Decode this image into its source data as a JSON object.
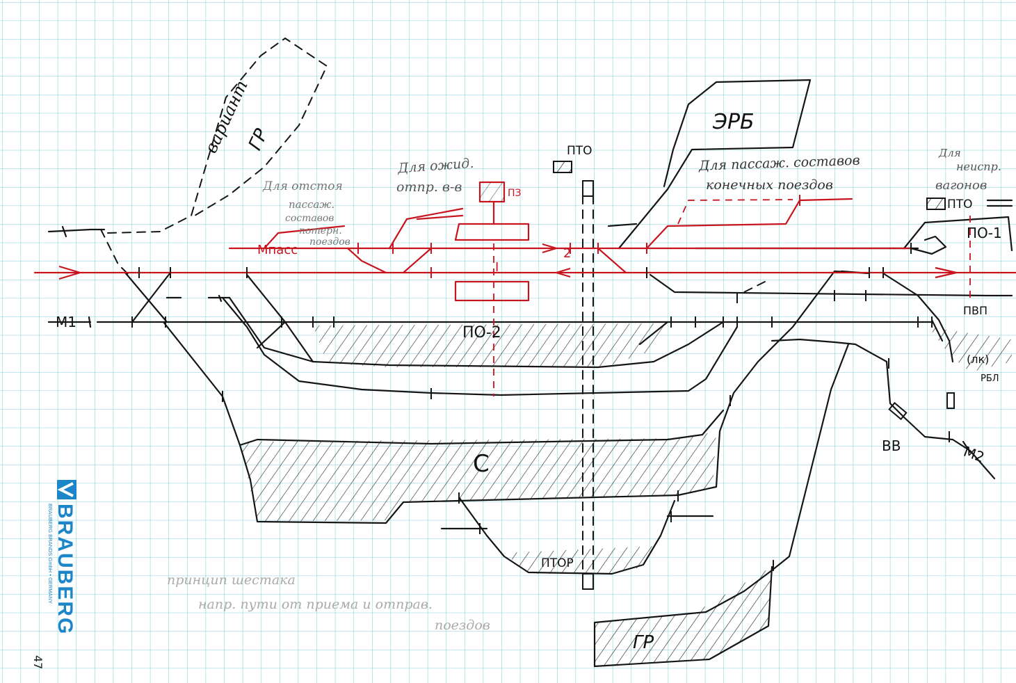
{
  "labels": {
    "erb": "ЭРБ",
    "pto_top": "ПТО",
    "pto_right": "ПТО",
    "po1": "ПО-1",
    "po2": "ПО-2",
    "c_park": "С",
    "ptor": "ПТОР",
    "gr_bottom": "ГР",
    "gr_variant": "ГР",
    "variant": "вариант",
    "pvp": "ПВП",
    "rbl": "РБЛ",
    "lk": "(лк)",
    "vv": "ВВ",
    "m1": "M1",
    "m2": "M2",
    "m_pass": "Мпасс",
    "pz": "ПЗ",
    "track1": "I",
    "track2": "2"
  },
  "notes": {
    "erb_note_1": "Для пассаж. составов",
    "erb_note_2": "конечных поездов",
    "pz_note_1": "Для ожид.",
    "pz_note_2": "отпр. в-в",
    "left_note_1": "Для отстоя",
    "left_note_2": "пассаж.",
    "left_note_3": "составов",
    "left_note_4": "потерн.",
    "left_note_5": "поездов",
    "right_note_1": "Для",
    "right_note_2": "неиспр.",
    "right_note_3": "вагонов",
    "bottom_note_1": "принцип   шестака",
    "bottom_note_2": "напр. пути от приема и отправ.",
    "bottom_note_3": "поездов"
  },
  "brand": {
    "name": "BRAUBERG",
    "sub": "BRAUBERG BRANDS GmbH • GERMANY",
    "page": "47"
  },
  "colors": {
    "ink": "#151515",
    "red": "#c8141e",
    "grid": "#7fd0d6",
    "brand": "#1d86c9"
  }
}
